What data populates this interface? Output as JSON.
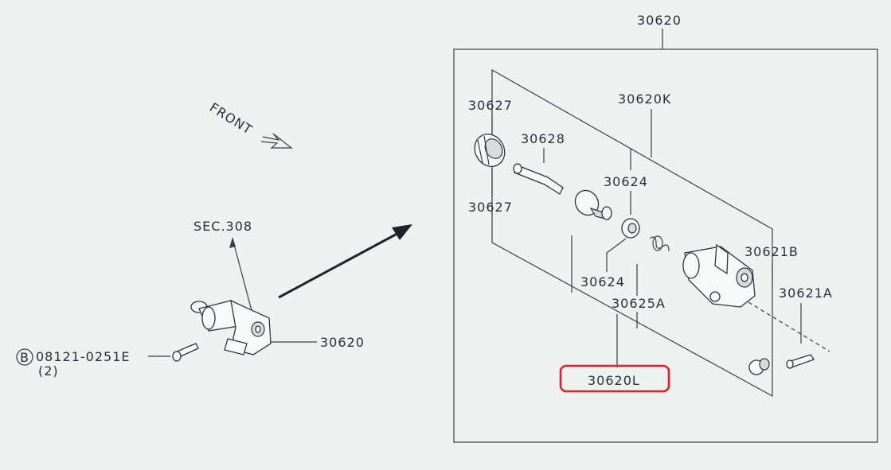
{
  "labels": {
    "main_assembly_top": "30620",
    "main_assembly_side": "30620",
    "kit_k": "30620K",
    "kit_l": "30620L",
    "boot_upper": "30627",
    "boot_lower": "30627",
    "push_rod": "30628",
    "piston_upper": "30624",
    "piston_lower": "30624",
    "spring": "30625A",
    "cylinder_body": "30621B",
    "bleeder": "30621A",
    "section_ref": "SEC.308",
    "front": "FRONT",
    "bolt_marker": "B",
    "bolt_part": "08121-0251E",
    "bolt_qty": "(2)"
  },
  "highlight": {
    "target": "30620L",
    "color": "#e0202a"
  },
  "colors": {
    "background": "#eef1f0",
    "linework": "#3a4047",
    "text": "#2a3037"
  }
}
